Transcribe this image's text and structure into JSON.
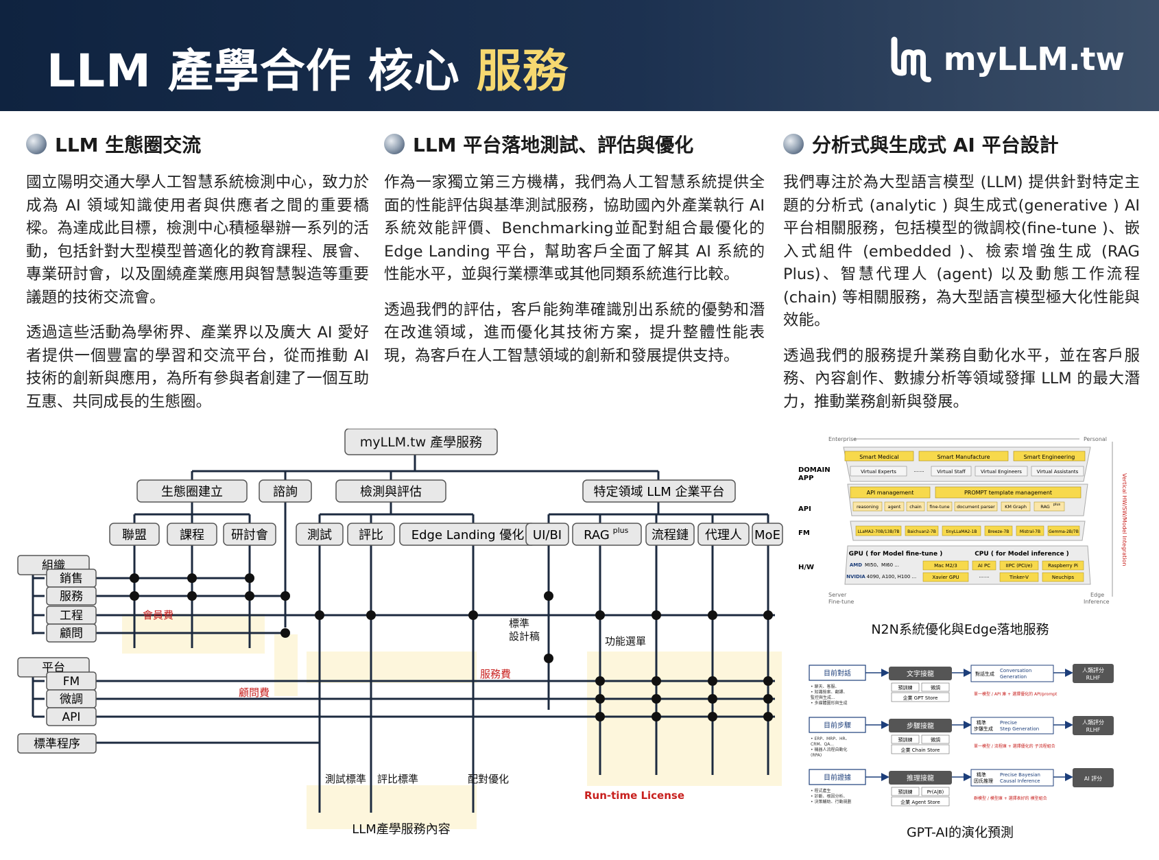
{
  "header": {
    "title_main": "LLM 產學合作 核心",
    "title_accent": "服務",
    "brand_name": "myLLM.tw",
    "logo_icon": "myllm-logo-icon"
  },
  "columns": [
    {
      "title": "LLM 生態圈交流",
      "paragraphs": [
        "國立陽明交通大學人工智慧系統檢測中心，致力於成為 AI 領域知識使用者與供應者之間的重要橋樑。為達成此目標，檢測中心積極舉辦一系列的活動，包括針對大型模型普適化的教育課程、展會、專業研討會，以及圍繞產業應用與智慧製造等重要議題的技術交流會。",
        "透過這些活動為學術界、產業界以及廣大 AI 愛好者提供一個豐富的學習和交流平台，從而推動 AI 技術的創新與應用，為所有參與者創建了一個互助互惠、共同成長的生態圈。"
      ]
    },
    {
      "title": "LLM 平台落地測試、評估與優化",
      "paragraphs": [
        "作為一家獨立第三方機構，我們為人工智慧系統提供全面的性能評估與基準測試服務，協助國內外產業執行 AI 系統效能評價、Benchmarking並配對組合最優化的 Edge Landing 平台，幫助客戶全面了解其 AI 系統的性能水平，並與行業標準或其他同類系統進行比較。",
        "透過我們的評估，客戶能夠準確識別出系統的優勢和潛在改進領域，進而優化其技術方案，提升整體性能表現，為客戶在人工智慧領域的創新和發展提供支持。"
      ]
    },
    {
      "title": "分析式與生成式 AI 平台設計",
      "paragraphs": [
        "我們專注於為大型語言模型 (LLM) 提供針對特定主題的分析式 (analytic ) 與生成式(generative ) AI 平台相關服務，包括模型的微調校(fine-tune )、嵌入式組件 (embedded )、檢索增強生成 (RAG Plus)、智慧代理人 (agent) 以及動態工作流程 (chain) 等相關服務，為大型語言模型極大化性能與效能。",
        "透過我們的服務提升業務自動化水平，並在客戶服務、內容創作、數據分析等領域發揮 LLM 的最大潛力，推動業務創新與發展。"
      ]
    }
  ],
  "service_diagram": {
    "root": "myLLM.tw 產學服務",
    "categories": [
      "生態圈建立",
      "諮詢",
      "檢測與評估",
      "特定領域 LLM 企業平台"
    ],
    "services": [
      "聯盟",
      "課程",
      "研討會",
      "測試",
      "評比",
      "Edge Landing 優化",
      "UI/BI",
      "RAG",
      "plus",
      "流程鏈",
      "代理人",
      "MoE"
    ],
    "clients": [
      "組織",
      "銷售",
      "服務",
      "工程",
      "顧問",
      "平台",
      "FM",
      "微調",
      "API",
      "標準程序"
    ],
    "fees": {
      "membership": "會員費",
      "consulting": "顧問費",
      "service": "服務費",
      "design_1": "標準",
      "design_2": "設計稿",
      "features": "功能選單",
      "runtime": "Run-time License",
      "test_std": "測試標準",
      "bench_std": "評比標準",
      "match_opt": "配對優化"
    },
    "caption": "LLM產學服務內容"
  },
  "n2n_diagram": {
    "corner_labels": [
      "Enterprise",
      "Personal",
      "Server",
      "Fine-tune",
      "Edge",
      "Inference"
    ],
    "side_label": "Vertical HW/SW/Model Integration",
    "row_labels": [
      "DOMAIN",
      "APP",
      "API",
      "FM",
      "H/W"
    ],
    "domain_row": [
      "Smart Medical",
      "Smart Manufacture",
      "Smart Engineering"
    ],
    "app_row": [
      "Virtual Experts",
      "·······",
      "Virtual Staff",
      "Virtual Engineers",
      "Virtual Assistants"
    ],
    "api_top": [
      "API management",
      "PROMPT template management"
    ],
    "api_row": [
      "reasoning",
      "agent",
      "chain",
      "fine-tune",
      "document parser",
      "KM Graph",
      "RAG",
      "plus"
    ],
    "fm_row": [
      "LLaMA2-70B/13B/7B",
      "Baichuan2-7B",
      "tinyLLaMA2-1B",
      "Breeze-7B",
      "Mistral-7B",
      "Gemma-2B/7B"
    ],
    "gpu_title": "GPU ( for Model fine-tune )",
    "cpu_title": "CPU ( for Model inference )",
    "hw_row1": [
      "AMD",
      "MI50、MI60 ...",
      "Mac M2/3",
      "AI PC",
      "IIPC (PCI/e)",
      "Raspberry Pi"
    ],
    "hw_row2": [
      "NVIDIA",
      "4090, A100, H100 ...",
      "Xavier GPU",
      "·······",
      "Tinker-V",
      "Neuchips"
    ],
    "caption": "N2N系統優化與Edge落地服務"
  },
  "gpt_diagram": {
    "rows": [
      {
        "left": "目前對話",
        "left_notes": [
          "• 聊天、客服、",
          "• 知識檢索、翻譯、",
          "  監控與生成...",
          "• 多媒體圖形與生成"
        ],
        "mid": "文字接龍",
        "chips": [
          "預訓練",
          "微調"
        ],
        "store": "企業 GPT Store",
        "right_cn": "對話生成",
        "right_en_1": "Conversation",
        "right_en_2": "Generation",
        "note": "單一模型 / API 庫 + 選擇優化的 API/prompt",
        "eval_1": "人類評分",
        "eval_2": "RLHF"
      },
      {
        "left": "目前步驟",
        "left_notes": [
          "• ERP、MRP、HR、",
          "  CRM、QA...",
          "• 機器人流程自動化",
          "  (RPA)"
        ],
        "mid": "步驟接龍",
        "chips": [
          "預訓練",
          "微調"
        ],
        "store": "企業 Chain Store",
        "right_cn_1": "精準",
        "right_cn_2": "步驟生成",
        "right_en_1": "Precise",
        "right_en_2": "Step Generation",
        "note": "單一模型 / 流程庫 + 選擇優化的 子流程組合",
        "eval_1": "人類評分",
        "eval_2": "RLHF"
      },
      {
        "left": "目前證據",
        "left_notes": [
          "• 程式產生",
          "• 診斷、根因分析、",
          "• 決策輔助、行動規劃"
        ],
        "mid": "推理接龍",
        "chips": [
          "預訓練",
          "Pr(A|B)"
        ],
        "store": "企業 Agent Store",
        "right_cn_1": "精準",
        "right_cn_2": "因氏推理",
        "right_en_1": "Precise Bayesian",
        "right_en_2": "Causal Inference",
        "note": "群模型 / 模型庫 + 選擇表好的 模型組合",
        "eval_1": "AI 評分"
      }
    ],
    "caption": "GPT-AI的演化預測"
  },
  "colors": {
    "header_dark": "#0f2340",
    "accent_gold": "#f6d870",
    "fee_red": "#c8201e",
    "highlight_bg": "#fdf6dc",
    "node_gray": "#e8e8e8",
    "n2n_yellow": "#f7d94c"
  }
}
